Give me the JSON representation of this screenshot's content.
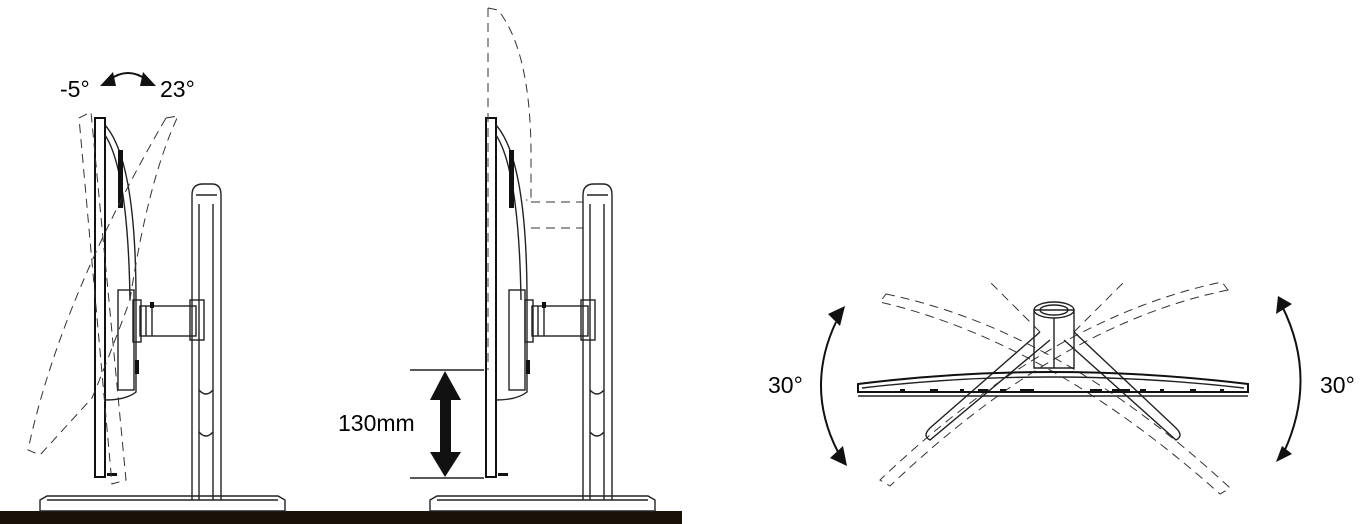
{
  "tilt": {
    "forward_label": "-5°",
    "back_label": "23°"
  },
  "height": {
    "adjust_label": "130mm"
  },
  "swivel": {
    "left_label": "30°",
    "right_label": "30°"
  },
  "colors": {
    "ink": "#111111",
    "desk": "#1a1209",
    "paper": "#ffffff"
  }
}
